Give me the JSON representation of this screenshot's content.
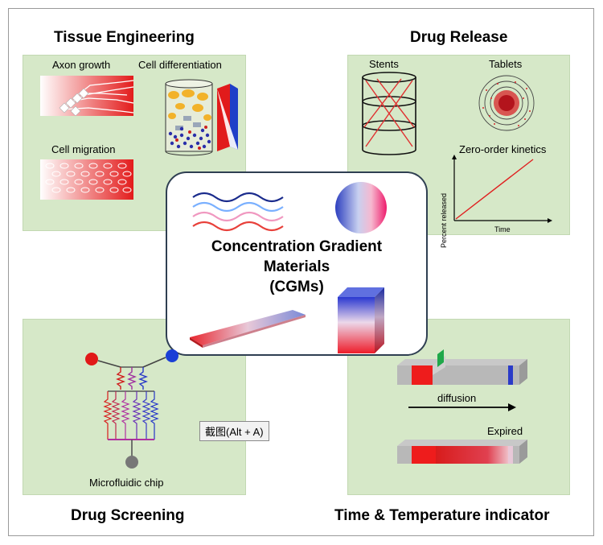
{
  "sections": {
    "tissue_engineering": {
      "title": "Tissue Engineering",
      "axon_growth": "Axon growth",
      "cell_differentiation": "Cell differentiation",
      "cell_migration": "Cell migration"
    },
    "drug_release": {
      "title": "Drug Release",
      "stents": "Stents",
      "tablets": "Tablets",
      "zero_order": "Zero-order kinetics",
      "y_axis": "Percent released",
      "x_axis": "Time"
    },
    "drug_screening": {
      "title": "Drug Screening",
      "chip_label": "Microfluidic chip"
    },
    "time_temperature": {
      "title": "Time & Temperature indicator",
      "diffusion": "diffusion",
      "expired": "Expired"
    }
  },
  "center": {
    "line1": "Concentration Gradient",
    "line2": "Materials",
    "line3": "(CGMs)"
  },
  "tooltip": {
    "text": "截图(Alt + A)"
  },
  "colors": {
    "panel_green": "#d6e8c8",
    "gradient_red": "#e8141c",
    "gradient_blue": "#2535c8",
    "gradient_pink": "#f4a8c4"
  }
}
